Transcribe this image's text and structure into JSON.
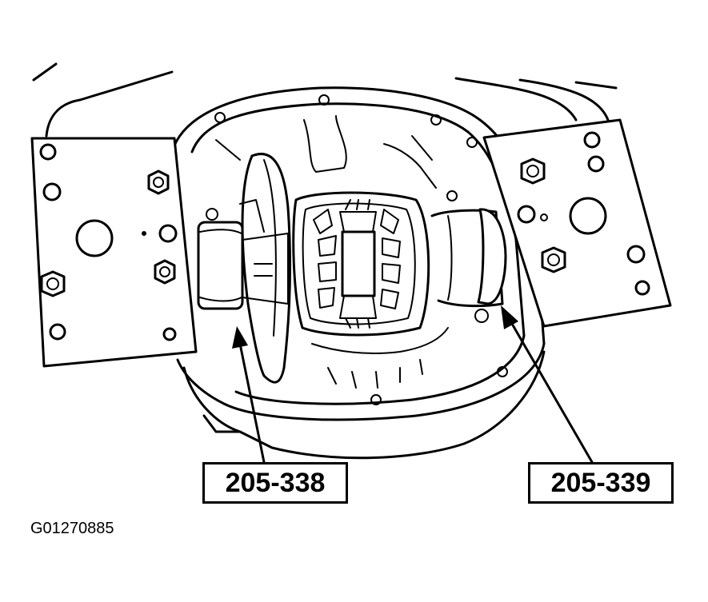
{
  "callouts": {
    "left_tool": "205-338",
    "right_tool": "205-339"
  },
  "figure_id": "G01270885",
  "colors": {
    "line": "#000000",
    "background": "#ffffff"
  }
}
